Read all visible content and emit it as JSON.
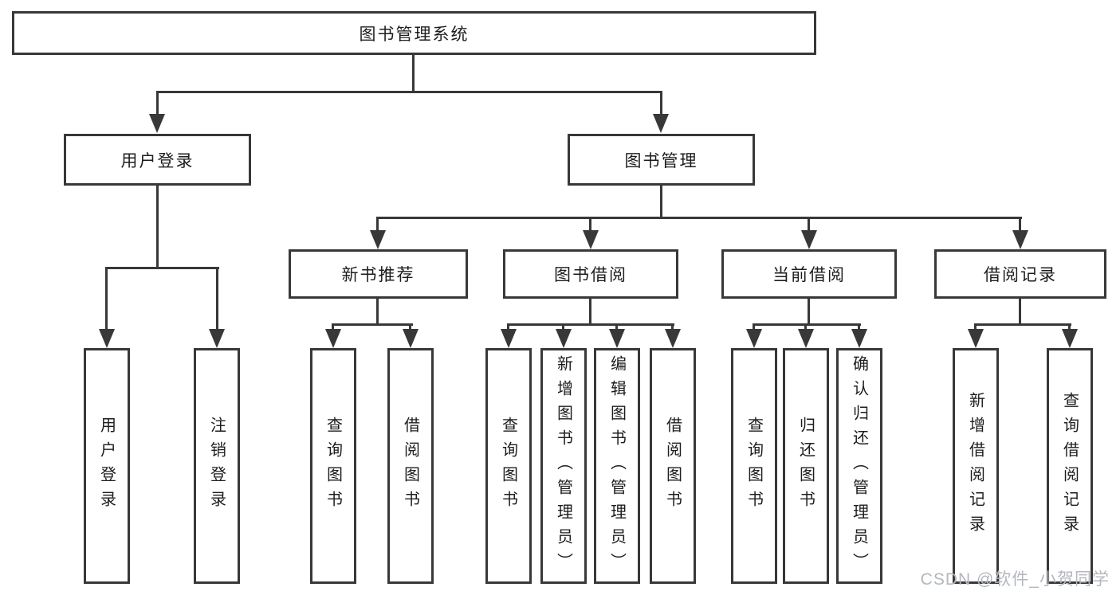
{
  "diagram": {
    "tree": {
      "label": "图书管理系统",
      "children": [
        {
          "label": "用户登录",
          "children": [
            {
              "label": "用户登录"
            },
            {
              "label": "注销登录"
            }
          ]
        },
        {
          "label": "图书管理",
          "children": [
            {
              "label": "新书推荐",
              "children": [
                {
                  "label": "查询图书"
                },
                {
                  "label": "借阅图书"
                }
              ]
            },
            {
              "label": "图书借阅",
              "children": [
                {
                  "label": "查询图书"
                },
                {
                  "label": "新增图书（管理员）"
                },
                {
                  "label": "编辑图书（管理员）"
                },
                {
                  "label": "借阅图书"
                }
              ]
            },
            {
              "label": "当前借阅",
              "children": [
                {
                  "label": "查询图书"
                },
                {
                  "label": "归还图书"
                },
                {
                  "label": "确认归还（管理员）"
                }
              ]
            },
            {
              "label": "借阅记录",
              "children": [
                {
                  "label": "新增借阅记录"
                },
                {
                  "label": "查询借阅记录"
                }
              ]
            }
          ]
        }
      ]
    },
    "watermark": {
      "text": "CSDN @软件_小贺同学"
    },
    "colors": {
      "line": "#383838",
      "text": "#1d1d1d",
      "box_background": "#ffffff",
      "page_background": "#ffffff",
      "watermark": "#b3b7be"
    }
  }
}
